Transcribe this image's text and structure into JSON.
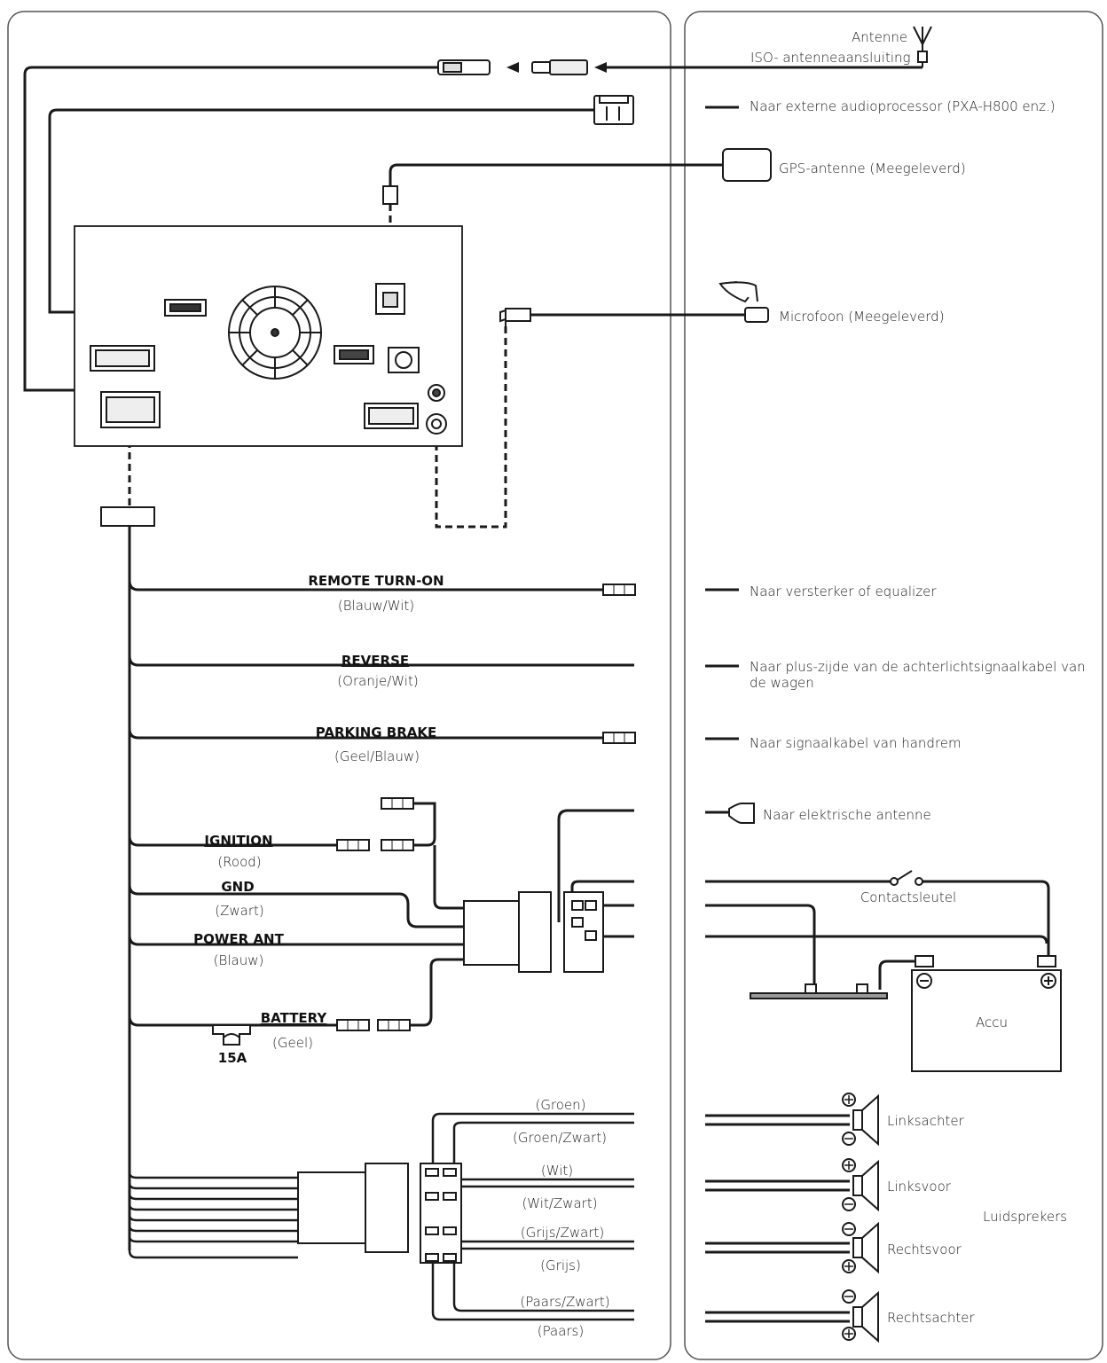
{
  "antenna": {
    "line1": "Antenne",
    "line2": "ISO- antenneaansluiting"
  },
  "destinations": {
    "audio_processor": "Naar externe audioprocessor (PXA-H800 enz.)",
    "gps": "GPS-antenne (Meegeleverd)",
    "microphone": "Microfoon (Meegeleverd)",
    "amplifier": "Naar versterker of equalizer",
    "reverse_dest": "Naar plus-zijde van de achterlichtsignaalkabel van de wagen",
    "parking_dest": "Naar signaalkabel van handrem",
    "power_antenna_dest": "Naar elektrische antenne",
    "ignition_key": "Contactsleutel",
    "battery_label": "Accu"
  },
  "wires": {
    "remote_name": "REMOTE TURN-ON",
    "remote_color": "(Blauw/Wit)",
    "reverse_name": "REVERSE",
    "reverse_color": "(Oranje/Wit)",
    "parking_name": "PARKING BRAKE",
    "parking_color": "(Geel/Blauw)",
    "ignition_name": "IGNITION",
    "ignition_color": "(Rood)",
    "gnd_name": "GND",
    "gnd_color": "(Zwart)",
    "powerant_name": "POWER ANT",
    "powerant_color": "(Blauw)",
    "battery_name": "BATTERY",
    "battery_color": "(Geel)",
    "fuse": "15A"
  },
  "speaker_wires": {
    "w1": "(Groen)",
    "w2": "(Groen/Zwart)",
    "w3": "(Wit)",
    "w4": "(Wit/Zwart)",
    "w5": "(Grijs/Zwart)",
    "w6": "(Grijs)",
    "w7": "(Paars/Zwart)",
    "w8": "(Paars)"
  },
  "speakers": {
    "left_rear": "Linksachter",
    "left_front": "Linksvoor",
    "right_front": "Rechtsvoor",
    "right_rear": "Rechtsachter",
    "group": "Luidsprekers"
  },
  "colors": {
    "line": "#1a1a1a",
    "panel_border": "#555555"
  }
}
